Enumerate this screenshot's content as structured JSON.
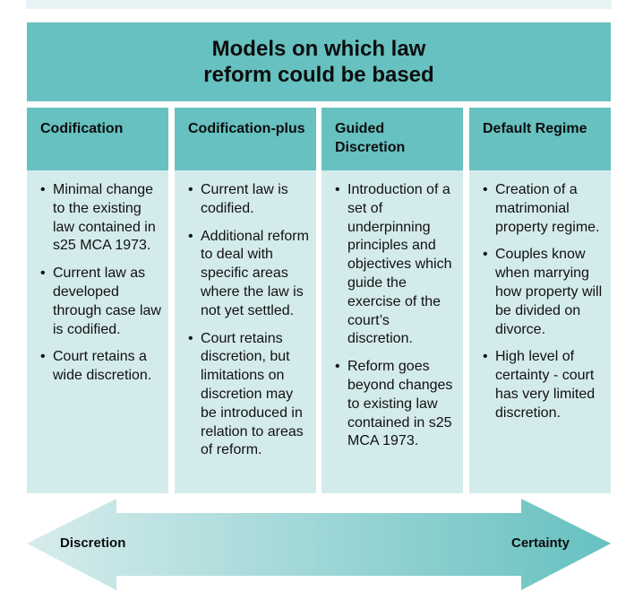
{
  "title": "Models on which law reform could be based",
  "colors": {
    "header_teal": "#66c1c0",
    "body_light": "#d4ebec",
    "top_band": "#e6f3f4",
    "arrow_left": "#d7eced",
    "arrow_right": "#66c1c0"
  },
  "columns": [
    {
      "heading": "Codification",
      "bullets": [
        "Minimal change to the existing law contained in s25 MCA 1973.",
        "Current law as developed through case law is codified.",
        "Court retains a wide discretion."
      ]
    },
    {
      "heading": "Codification-plus",
      "bullets": [
        "Current law is codified.",
        "Additional reform to deal with specific areas where the law is not yet settled.",
        "Court retains discretion, but limitations on discretion may be introduced in relation to areas of reform."
      ]
    },
    {
      "heading": "Guided Discretion",
      "bullets": [
        "Introduction of a set of underpinning principles and objectives which guide the exercise of the court’s discretion.",
        "Reform goes beyond changes to existing law contained in s25 MCA 1973."
      ]
    },
    {
      "heading": "Default Regime",
      "bullets": [
        "Creation of a matrimonial property regime.",
        "Couples know when marrying how property will be divided on divorce.",
        "High level of certainty - court has very limited discretion."
      ]
    }
  ],
  "spectrum": {
    "left_label": "Discretion",
    "right_label": "Certainty"
  },
  "bullet_glyph": "•"
}
